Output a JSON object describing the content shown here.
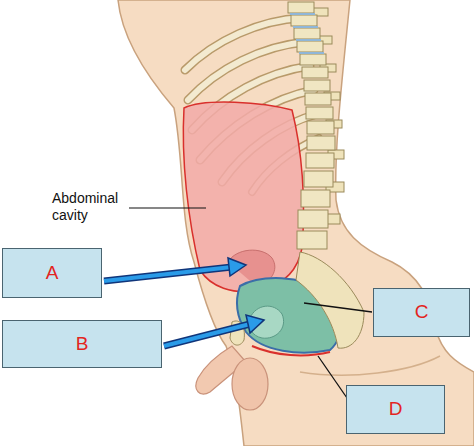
{
  "diagram": {
    "nodes": [
      {
        "text": [
          "A"
        ]
      },
      {
        "text": [
          "B"
        ]
      },
      {
        "text": [
          "C"
        ]
      },
      {
        "text": [
          "D"
        ]
      }
    ],
    "labels": [
      "Abdominal cavity"
    ]
  }
}
